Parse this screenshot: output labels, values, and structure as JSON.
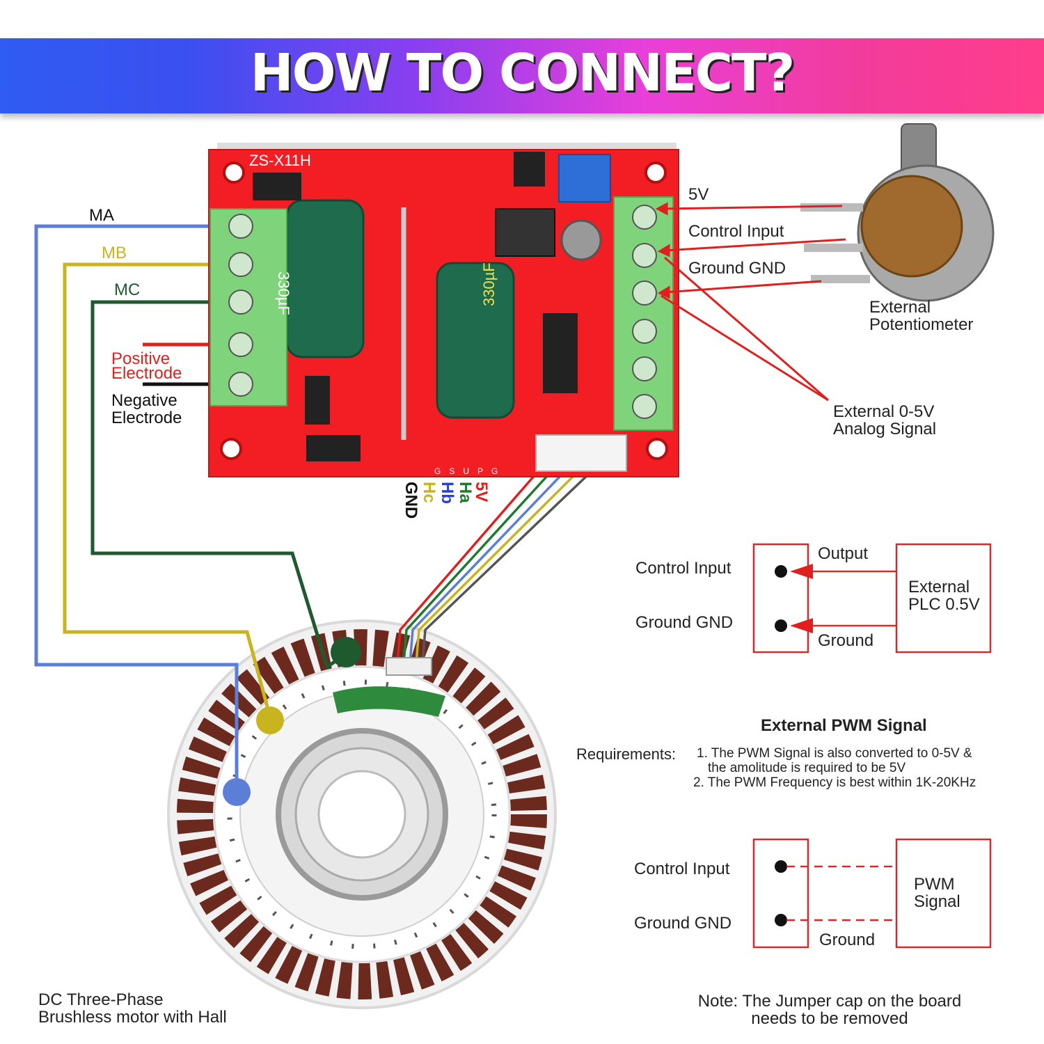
{
  "title": "HOW TO CONNECT?",
  "board": {
    "model": "ZS-X11H",
    "capacitor_label": "330µF",
    "header_pins": [
      "G",
      "S",
      "U",
      "P",
      "G"
    ],
    "hall_wire_labels": [
      "5V",
      "Ha",
      "Hb",
      "Hc",
      "GND"
    ]
  },
  "motor_terminals": {
    "ma": "MA",
    "mb": "MB",
    "mc": "MC",
    "positive": "Positive\nElectrode",
    "negative": "Negative\nElectrode"
  },
  "control_terminals": {
    "v5": "5V",
    "control_input": "Control Input",
    "ground": "Ground GND"
  },
  "potentiometer_label": "External\nPotentiometer",
  "analog_label": "External 0-5V\nAnalog Signal",
  "plc_diagram": {
    "control_input": "Control Input",
    "ground_gnd": "Ground GND",
    "output": "Output",
    "ground": "Ground",
    "device": "External\nPLC 0.5V"
  },
  "pwm_section": {
    "heading": "External PWM Signal",
    "requirements_label": "Requirements:",
    "req1_line1": "1. The PWM Signal is also converted to 0-5V &",
    "req1_line2": "the amolitude is required to be 5V",
    "req2": "2. The PWM Frequency is best within 1K-20KHz"
  },
  "pwm_diagram": {
    "control_input": "Control Input",
    "ground_gnd": "Ground GND",
    "ground": "Ground",
    "device": "PWM\nSignal"
  },
  "motor_label": "DC Three-Phase\nBrushless motor with Hall",
  "note": "Note: The Jumper cap on the board\nneeds to be removed",
  "colors": {
    "ma": "#5b7fd6",
    "mb": "#c8b41e",
    "mc": "#1f5a2e",
    "red": "#e01f1f",
    "board": "#f21e23",
    "terminal": "#7fd37a"
  }
}
